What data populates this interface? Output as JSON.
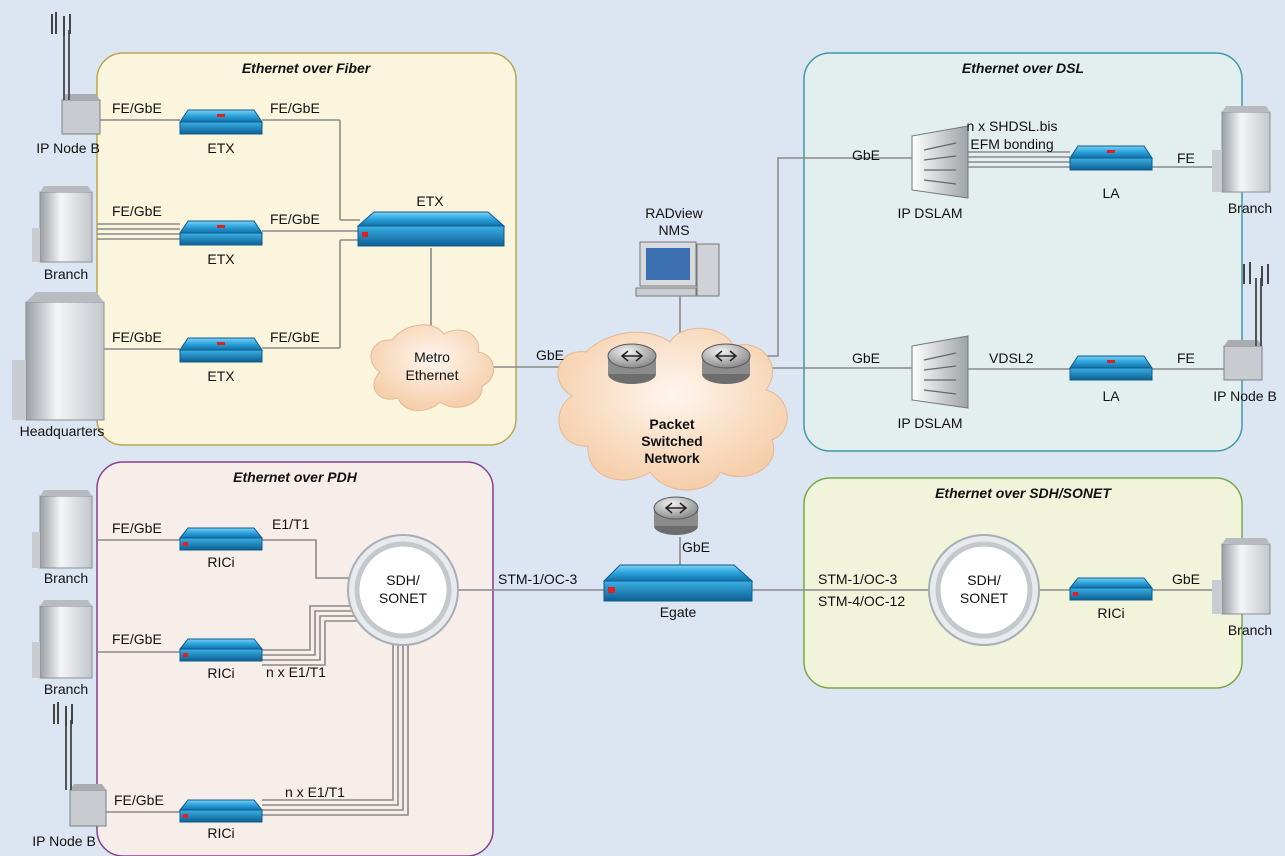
{
  "panels": {
    "fiber": "Ethernet over Fiber",
    "dsl": "Ethernet over DSL",
    "pdh": "Ethernet over PDH",
    "sdh": "Ethernet over SDH/SONET"
  },
  "nodes": {
    "ip_node_b": "IP Node B",
    "branch": "Branch",
    "headquarters": "Headquarters",
    "etx": "ETX",
    "metro": [
      "Metro",
      "Ethernet"
    ],
    "nms": [
      "RADview",
      "NMS"
    ],
    "psn": [
      "Packet",
      "Switched",
      "Network"
    ],
    "ip_dslam": "IP DSLAM",
    "la": "LA",
    "rici": "RICi",
    "sdh_sonet": [
      "SDH/",
      "SONET"
    ],
    "egate": "Egate"
  },
  "links": {
    "fe_gbe": "FE/GbE",
    "gbe": "GbE",
    "fe": "FE",
    "shdsl": [
      "n x SHDSL.bis",
      "EFM bonding"
    ],
    "vdsl2": "VDSL2",
    "e1t1": "E1/T1",
    "n_e1t1": "n x E1/T1",
    "stm1": "STM-1/OC-3",
    "stm4": "STM-4/OC-12"
  },
  "colors": {
    "fiber_fill": "#faf5dc",
    "fiber_border": "#b9a651",
    "dsl_fill": "#e3efee",
    "dsl_border": "#3e9aa6",
    "pdh_fill": "#f7eeea",
    "pdh_border": "#8a3f8c",
    "sdh_fill": "#f1f3da",
    "sdh_border": "#77a848",
    "device_blue": "#39a8df"
  }
}
